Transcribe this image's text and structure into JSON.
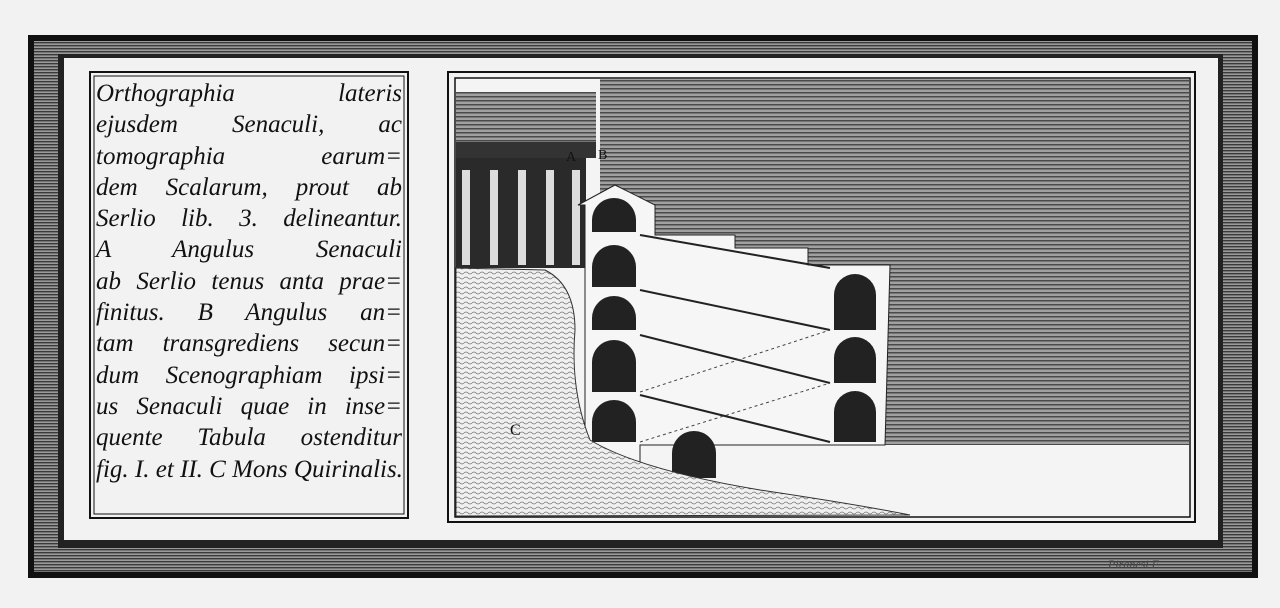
{
  "caption": {
    "lines": [
      "Orthographia lateris",
      "ejusdem Senaculi, ac",
      "tomographia earum=",
      "dem Scalarum, prout ab",
      "Serlio lib. 3. delineantur.",
      "A Angulus  Senaculi",
      "ab Serlio tenus anta prae=",
      "finitus.  B Angulus  an=",
      "tam transgrediens secun=",
      "dum Scenographiam ipsi=",
      "us Senaculi quae in inse=",
      "quente Tabula ostenditur",
      "fig. I. et II. C Mons Quirinalis."
    ]
  },
  "labels": {
    "a": "A",
    "b": "B",
    "c": "C"
  },
  "signature": "Piranesi F.",
  "colors": {
    "ink": "#111111",
    "paper": "#f2f2f2",
    "hatch": "#6a6a6a"
  }
}
